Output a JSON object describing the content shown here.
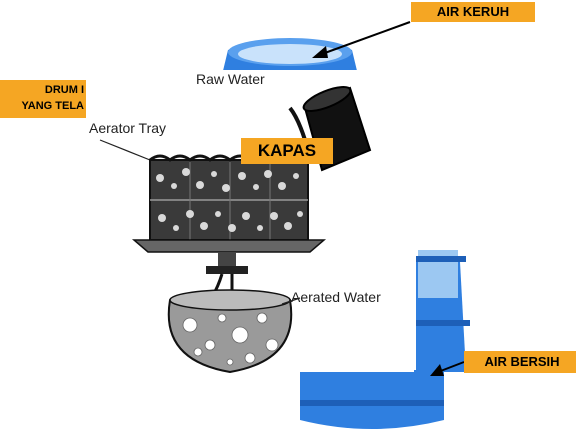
{
  "labels": {
    "air_keruh": "AIR KERUH",
    "drum_line1": "DRUM I",
    "drum_line2": "YANG TELA",
    "kapas": "KAPAS",
    "air_bersih": "AIR BERSIH"
  },
  "diagram_text": {
    "raw_water": "Raw Water",
    "aerator_tray": "Aerator Tray",
    "aerated_water": "Aerated Water"
  },
  "colors": {
    "label_bg": "#f5a623",
    "drum_blue": "#2f7fe0",
    "drum_dark": "#1d5fb8"
  }
}
